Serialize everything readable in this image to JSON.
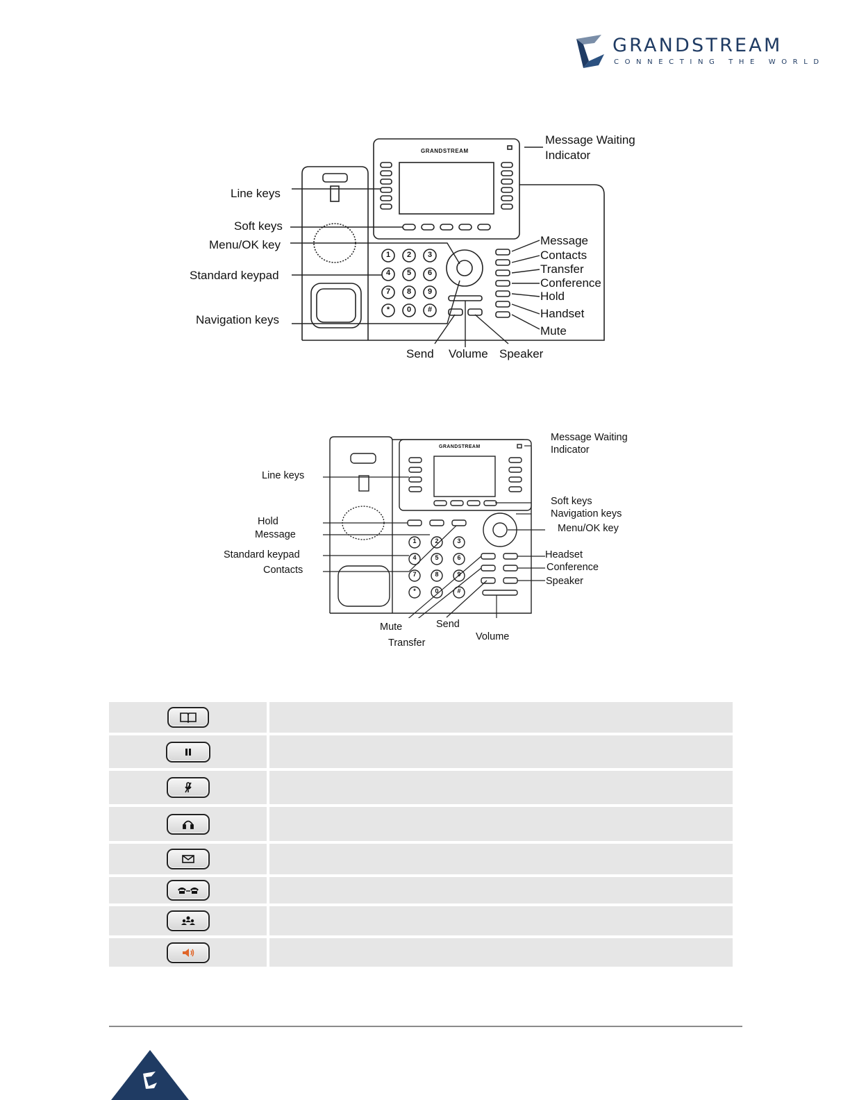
{
  "brand": {
    "name": "GRANDSTREAM",
    "tagline": "CONNECTING THE WORLD",
    "colors": {
      "primary": "#1f3b63",
      "accent": "#e0662a"
    }
  },
  "diagram1": {
    "device_brand": "GRANDSTREAM",
    "labels": {
      "message_waiting_1": "Message Waiting",
      "message_waiting_2": "Indicator",
      "line_keys": "Line keys",
      "soft_keys": "Soft keys",
      "menu_ok_key": "Menu/OK key",
      "standard_keypad": "Standard keypad",
      "navigation_keys": "Navigation keys",
      "message": "Message",
      "contacts": "Contacts",
      "transfer": "Transfer",
      "conference": "Conference",
      "hold": "Hold",
      "handset": "Handset",
      "mute": "Mute",
      "send": "Send",
      "volume": "Volume",
      "speaker": "Speaker"
    },
    "keypad": [
      "1",
      "2",
      "3",
      "4",
      "5",
      "6",
      "7",
      "8",
      "9",
      "*",
      "0",
      "#"
    ]
  },
  "diagram2": {
    "device_brand": "GRANDSTREAM",
    "labels": {
      "message_waiting_1": "Message Waiting",
      "message_waiting_2": "Indicator",
      "line_keys": "Line keys",
      "soft_keys": "Soft keys",
      "navigation_keys": "Navigation keys",
      "menu_ok_key": "Menu/OK key",
      "hold": "Hold",
      "message": "Message",
      "standard_keypad": "Standard keypad",
      "contacts": "Contacts",
      "headset": "Headset",
      "conference": "Conference",
      "speaker": "Speaker",
      "mute": "Mute",
      "send": "Send",
      "transfer": "Transfer",
      "volume": "Volume"
    },
    "keypad": [
      "1",
      "2",
      "3",
      "4",
      "5",
      "6",
      "7",
      "8",
      "9",
      "*",
      "0",
      "#"
    ]
  },
  "key_table": {
    "rows": [
      {
        "icon": "contacts-book-icon"
      },
      {
        "icon": "hold-pause-icon"
      },
      {
        "icon": "mute-mic-icon"
      },
      {
        "icon": "headset-icon"
      },
      {
        "icon": "message-envelope-icon"
      },
      {
        "icon": "transfer-phones-icon"
      },
      {
        "icon": "conference-people-icon"
      },
      {
        "icon": "speaker-icon",
        "color": "#e0662a"
      }
    ]
  }
}
